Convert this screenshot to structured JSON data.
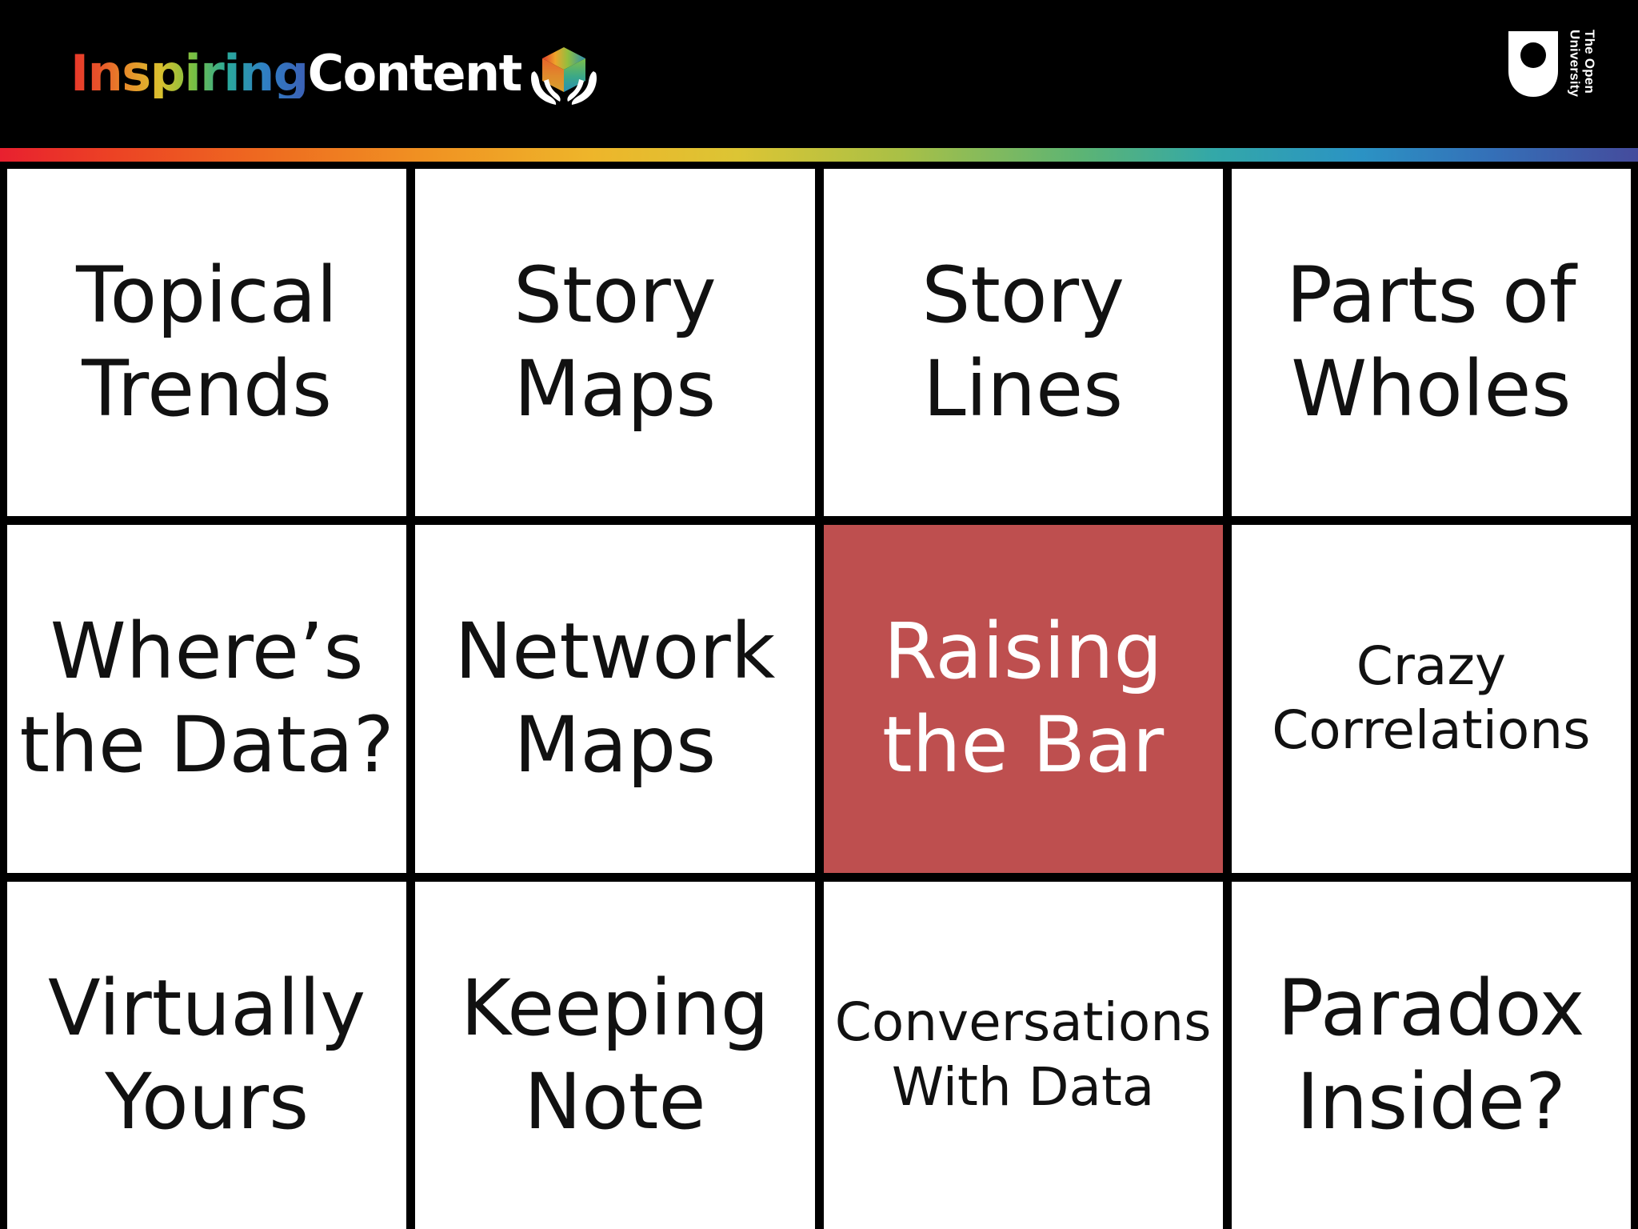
{
  "header": {
    "background_color": "#000000",
    "brand": {
      "word_one": "Inspiring",
      "word_two": "Content",
      "cube_icon_name": "rainbow-cube-in-hands-icon"
    },
    "partner_logo": {
      "line_one": "The Open",
      "line_two": "University",
      "shield_icon_name": "open-university-shield-icon"
    }
  },
  "accent_bar": {
    "name": "rainbow-gradient-rule",
    "colors": [
      "#e8202f",
      "#ee6a20",
      "#f09222",
      "#eeb52a",
      "#a9c046",
      "#33a8a8",
      "#2b93c4",
      "#454b9c"
    ]
  },
  "grid": {
    "columns": 4,
    "rows": 3,
    "highlight_color": "#be4f4f",
    "highlight_text_color": "#ffffff",
    "cells": [
      {
        "id": "topical-trends",
        "lines": [
          "Topical",
          "Trends"
        ],
        "size": "large",
        "highlighted": false
      },
      {
        "id": "story-maps",
        "lines": [
          "Story",
          "Maps"
        ],
        "size": "large",
        "highlighted": false
      },
      {
        "id": "story-lines",
        "lines": [
          "Story",
          "Lines"
        ],
        "size": "large",
        "highlighted": false
      },
      {
        "id": "parts-of-wholes",
        "lines": [
          "Parts of",
          "Wholes"
        ],
        "size": "large",
        "highlighted": false
      },
      {
        "id": "wheres-the-data",
        "lines": [
          "Where’s",
          "the Data?"
        ],
        "size": "large",
        "highlighted": false
      },
      {
        "id": "network-maps",
        "lines": [
          "Network",
          "Maps"
        ],
        "size": "large",
        "highlighted": false
      },
      {
        "id": "raising-the-bar",
        "lines": [
          "Raising",
          "the Bar"
        ],
        "size": "large",
        "highlighted": true
      },
      {
        "id": "crazy-correlations",
        "lines": [
          "Crazy",
          "Correlations"
        ],
        "size": "small",
        "highlighted": false
      },
      {
        "id": "virtually-yours",
        "lines": [
          "Virtually",
          "Yours"
        ],
        "size": "large",
        "highlighted": false
      },
      {
        "id": "keeping-note",
        "lines": [
          "Keeping",
          "Note"
        ],
        "size": "large",
        "highlighted": false
      },
      {
        "id": "conversations-with-data",
        "lines": [
          "Conversations",
          "With Data"
        ],
        "size": "small",
        "highlighted": false
      },
      {
        "id": "paradox-inside",
        "lines": [
          "Paradox",
          "Inside?"
        ],
        "size": "large",
        "highlighted": false
      }
    ]
  }
}
